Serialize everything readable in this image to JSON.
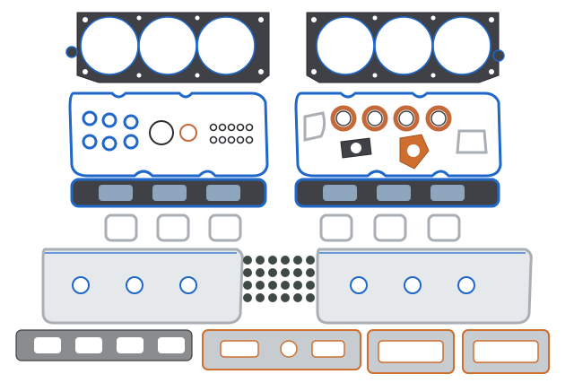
{
  "scene": {
    "background": "#ffffff",
    "colors": {
      "graphite": "#3f4146",
      "graphite_dark": "#2b2d31",
      "blue_seal": "#1f67c9",
      "blue_fill": "#8ea6bd",
      "steel": "#c7ccd1",
      "steel_dark": "#a9afb5",
      "copper": "#c46a3a",
      "orange_seal": "#cf6f2f",
      "rubber_green": "#3f4a45",
      "plate_gray": "#8a8c8e"
    },
    "items": [
      "cylinder-head-gasket-left",
      "cylinder-head-gasket-right",
      "valve-cover-gasket-left",
      "valve-cover-gasket-right",
      "intake-manifold-gasket-left",
      "intake-manifold-gasket-right",
      "exhaust-gaskets-left",
      "exhaust-gaskets-right",
      "lower-intake-gasket-left",
      "lower-intake-gasket-right",
      "valve-stem-seals",
      "throttle-body-gaskets",
      "water-outlet-gaskets"
    ]
  }
}
